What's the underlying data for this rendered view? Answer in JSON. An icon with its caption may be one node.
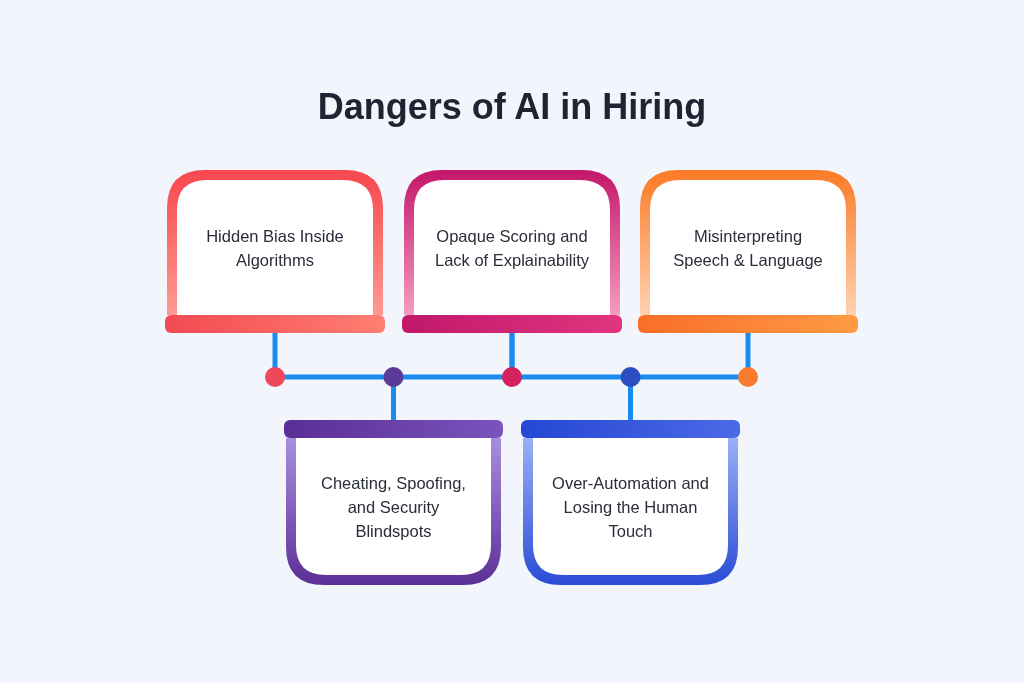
{
  "diagram": {
    "title": "Dangers of AI in Hiring",
    "nodes": [
      {
        "text": [
          "Hidden Bias Inside Algorithms"
        ]
      },
      {
        "text": [
          "Opaque Scoring and Lack of Explainability"
        ]
      },
      {
        "text": [
          "Misinterpreting Speech & Language"
        ]
      },
      {
        "text": [
          "Cheating, Spoofing, and Security Blindspots"
        ]
      },
      {
        "text": [
          "Over-Automation and Losing the Human Touch"
        ]
      }
    ],
    "edges": [
      {
        "from": 0,
        "to": 3,
        "arrow": "none"
      },
      {
        "from": 3,
        "to": 1,
        "arrow": "none"
      },
      {
        "from": 1,
        "to": 4,
        "arrow": "none"
      },
      {
        "from": 4,
        "to": 2,
        "arrow": "none"
      }
    ]
  }
}
